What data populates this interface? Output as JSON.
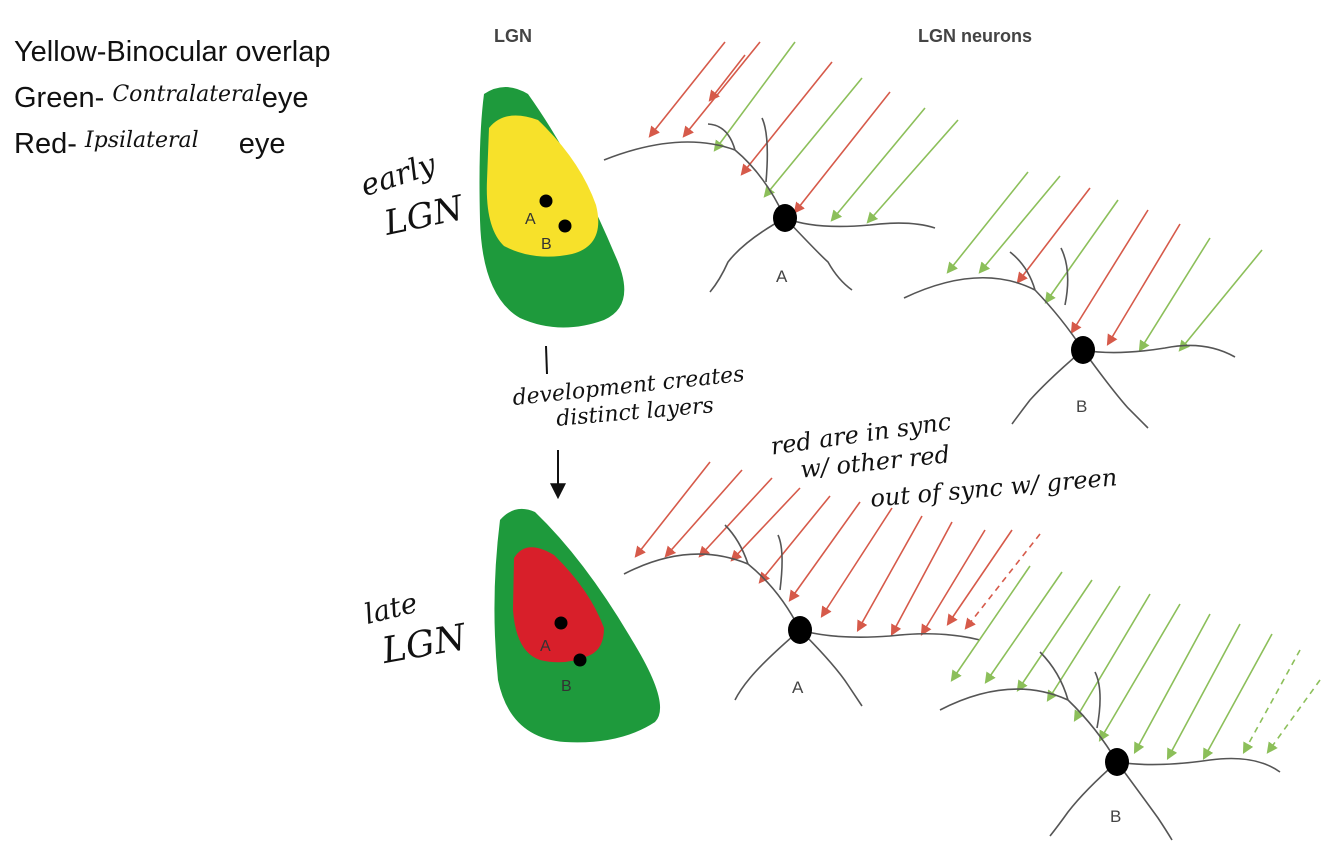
{
  "legend": {
    "yellow": "Yellow-Binocular overlap",
    "green_prefix": "Green- ",
    "green_hand": "Contralateral",
    "green_suffix": "eye",
    "red_prefix": "Red- ",
    "red_hand": "Ipsilateral",
    "red_suffix": "eye"
  },
  "headers": {
    "lgn": "LGN",
    "lgn_neurons": "LGN neurons"
  },
  "annotations": {
    "early_line1": "early",
    "early_line2": "LGN",
    "late_line1": "late",
    "late_line2": "LGN",
    "development_line1": "development creates",
    "development_line2": "distinct layers",
    "sync_line1": "red are in sync",
    "sync_line2": "w/ other red",
    "sync_line3": "out of sync w/ green"
  },
  "lgn_labels": {
    "early_a": "A",
    "early_b": "B",
    "late_a": "A",
    "late_b": "B"
  },
  "neuron_labels": {
    "early_a": "A",
    "early_b": "B",
    "late_a": "A",
    "late_b": "B"
  },
  "colors": {
    "green_region": "#1e9a3c",
    "yellow_region": "#f7e12a",
    "red_region": "#d81f2a",
    "red_axon": "#d65a4a",
    "green_axon": "#8cbf5a",
    "dendrite": "#555555",
    "cell_body": "#000000"
  }
}
